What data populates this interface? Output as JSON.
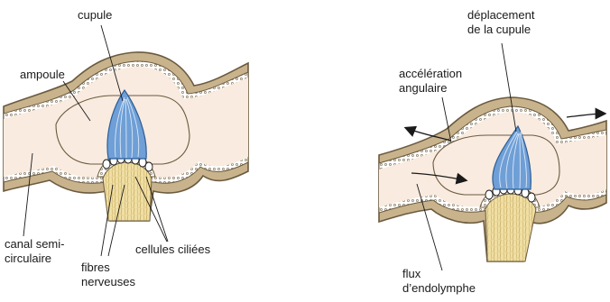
{
  "left_panel": {
    "cupule": "cupule",
    "ampoule": "ampoule",
    "canal_line1": "canal semi-",
    "canal_line2": "circulaire",
    "fibres_line1": "fibres",
    "fibres_line2": "nerveuses",
    "cellules": "cellules ciliées"
  },
  "right_panel": {
    "deplacement_line1": "déplacement",
    "deplacement_line2": "de la cupule",
    "acceleration_line1": "accélération",
    "acceleration_line2": "angulaire",
    "flux_line1": "flux",
    "flux_line2": "d’endolymphe"
  },
  "colors": {
    "wall_fill": "#c9b38c",
    "wall_stroke": "#6a5a3f",
    "lumen_fill": "#f9ebdf",
    "membrane_fill": "#ffffff",
    "cupula_fill": "#6f9fd6",
    "cupula_stroke": "#2c5d97",
    "nerve_fill": "#f0dfa4",
    "text_color": "#1a1a1a"
  }
}
